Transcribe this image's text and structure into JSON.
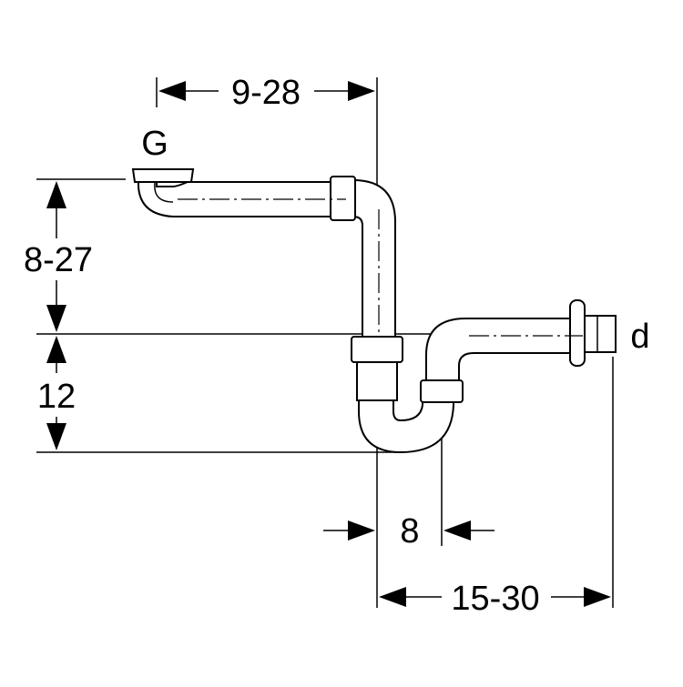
{
  "labels": {
    "top_width": "9-28",
    "inlet_height": "8-27",
    "trap_depth": "12",
    "trap_offset": "8",
    "outlet_length": "15-30",
    "inlet_thread": "G",
    "outlet_diameter": "d"
  },
  "colors": {
    "line": "#000000",
    "background": "#ffffff"
  }
}
